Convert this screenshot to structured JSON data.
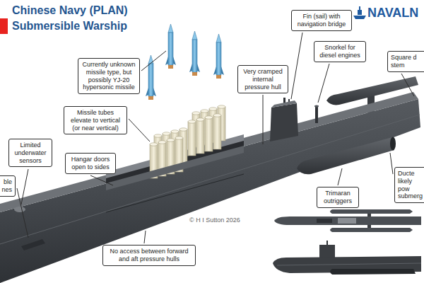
{
  "diagram": {
    "title": "Chinese Navy (PLAN) Submersible Warship",
    "nodes": [
      {
        "text": [
          "Fin (sail) with navigation bridge"
        ]
      },
      {
        "text": [
          "Snorkel for diesel engines"
        ]
      },
      {
        "text": [
          "Square d stem"
        ]
      },
      {
        "text": [
          "Currently unknown missile type, but possibly YJ-20 hypersonic missile"
        ]
      },
      {
        "text": [
          "Very cramped internal pressure hull"
        ]
      },
      {
        "text": [
          "Missile tubes elevate to vertical (or near vertical)"
        ]
      },
      {
        "text": [
          "Limited underwater sensors"
        ]
      },
      {
        "text": [
          "Hangar doors open to sides"
        ]
      },
      {
        "text": [
          "Ducte likely pow submerg"
        ]
      },
      {
        "text": [
          "ble nes"
        ]
      },
      {
        "text": [
          "Trimaran outriggers"
        ]
      },
      {
        "text": [
          "No access between forward and aft pressure hulls"
        ]
      }
    ],
    "labels": [
      "NAVALN",
      "© H I Sutton 2026"
    ]
  }
}
